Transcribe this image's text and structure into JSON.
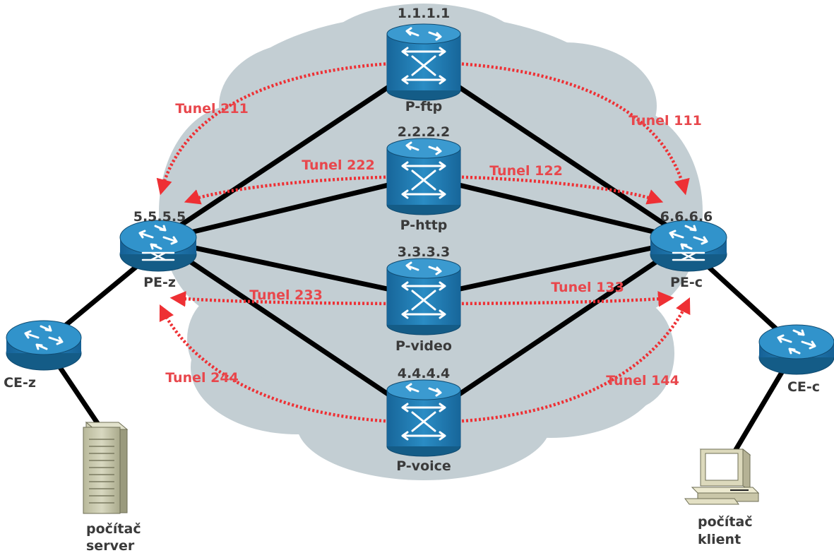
{
  "colors": {
    "cloud": "#c3ced3",
    "router_blue": "#1f7bb0",
    "router_dark": "#145c87",
    "link": "#000000",
    "tunnel": "#ee3034",
    "label": "#3a3a3a"
  },
  "nodes": {
    "p_ftp": {
      "name": "P-ftp",
      "ip": "1.1.1.1"
    },
    "p_http": {
      "name": "P-http",
      "ip": "2.2.2.2"
    },
    "p_video": {
      "name": "P-video",
      "ip": "3.3.3.3"
    },
    "p_voice": {
      "name": "P-voice",
      "ip": "4.4.4.4"
    },
    "pe_z": {
      "name": "PE-z",
      "ip": "5.5.5.5"
    },
    "pe_c": {
      "name": "PE-c",
      "ip": "6.6.6.6"
    },
    "ce_z": {
      "name": "CE-z"
    },
    "ce_c": {
      "name": "CE-c"
    },
    "server": {
      "line1": "počítač",
      "line2": "server"
    },
    "client": {
      "line1": "počítač",
      "line2": "klient"
    }
  },
  "tunnels": {
    "t211": "Tunel 211",
    "t111": "Tunel 111",
    "t222": "Tunel 222",
    "t122": "Tunel 122",
    "t233": "Tunel 233",
    "t133": "Tunel 133",
    "t244": "Tunel 244",
    "t144": "Tunel 144"
  }
}
